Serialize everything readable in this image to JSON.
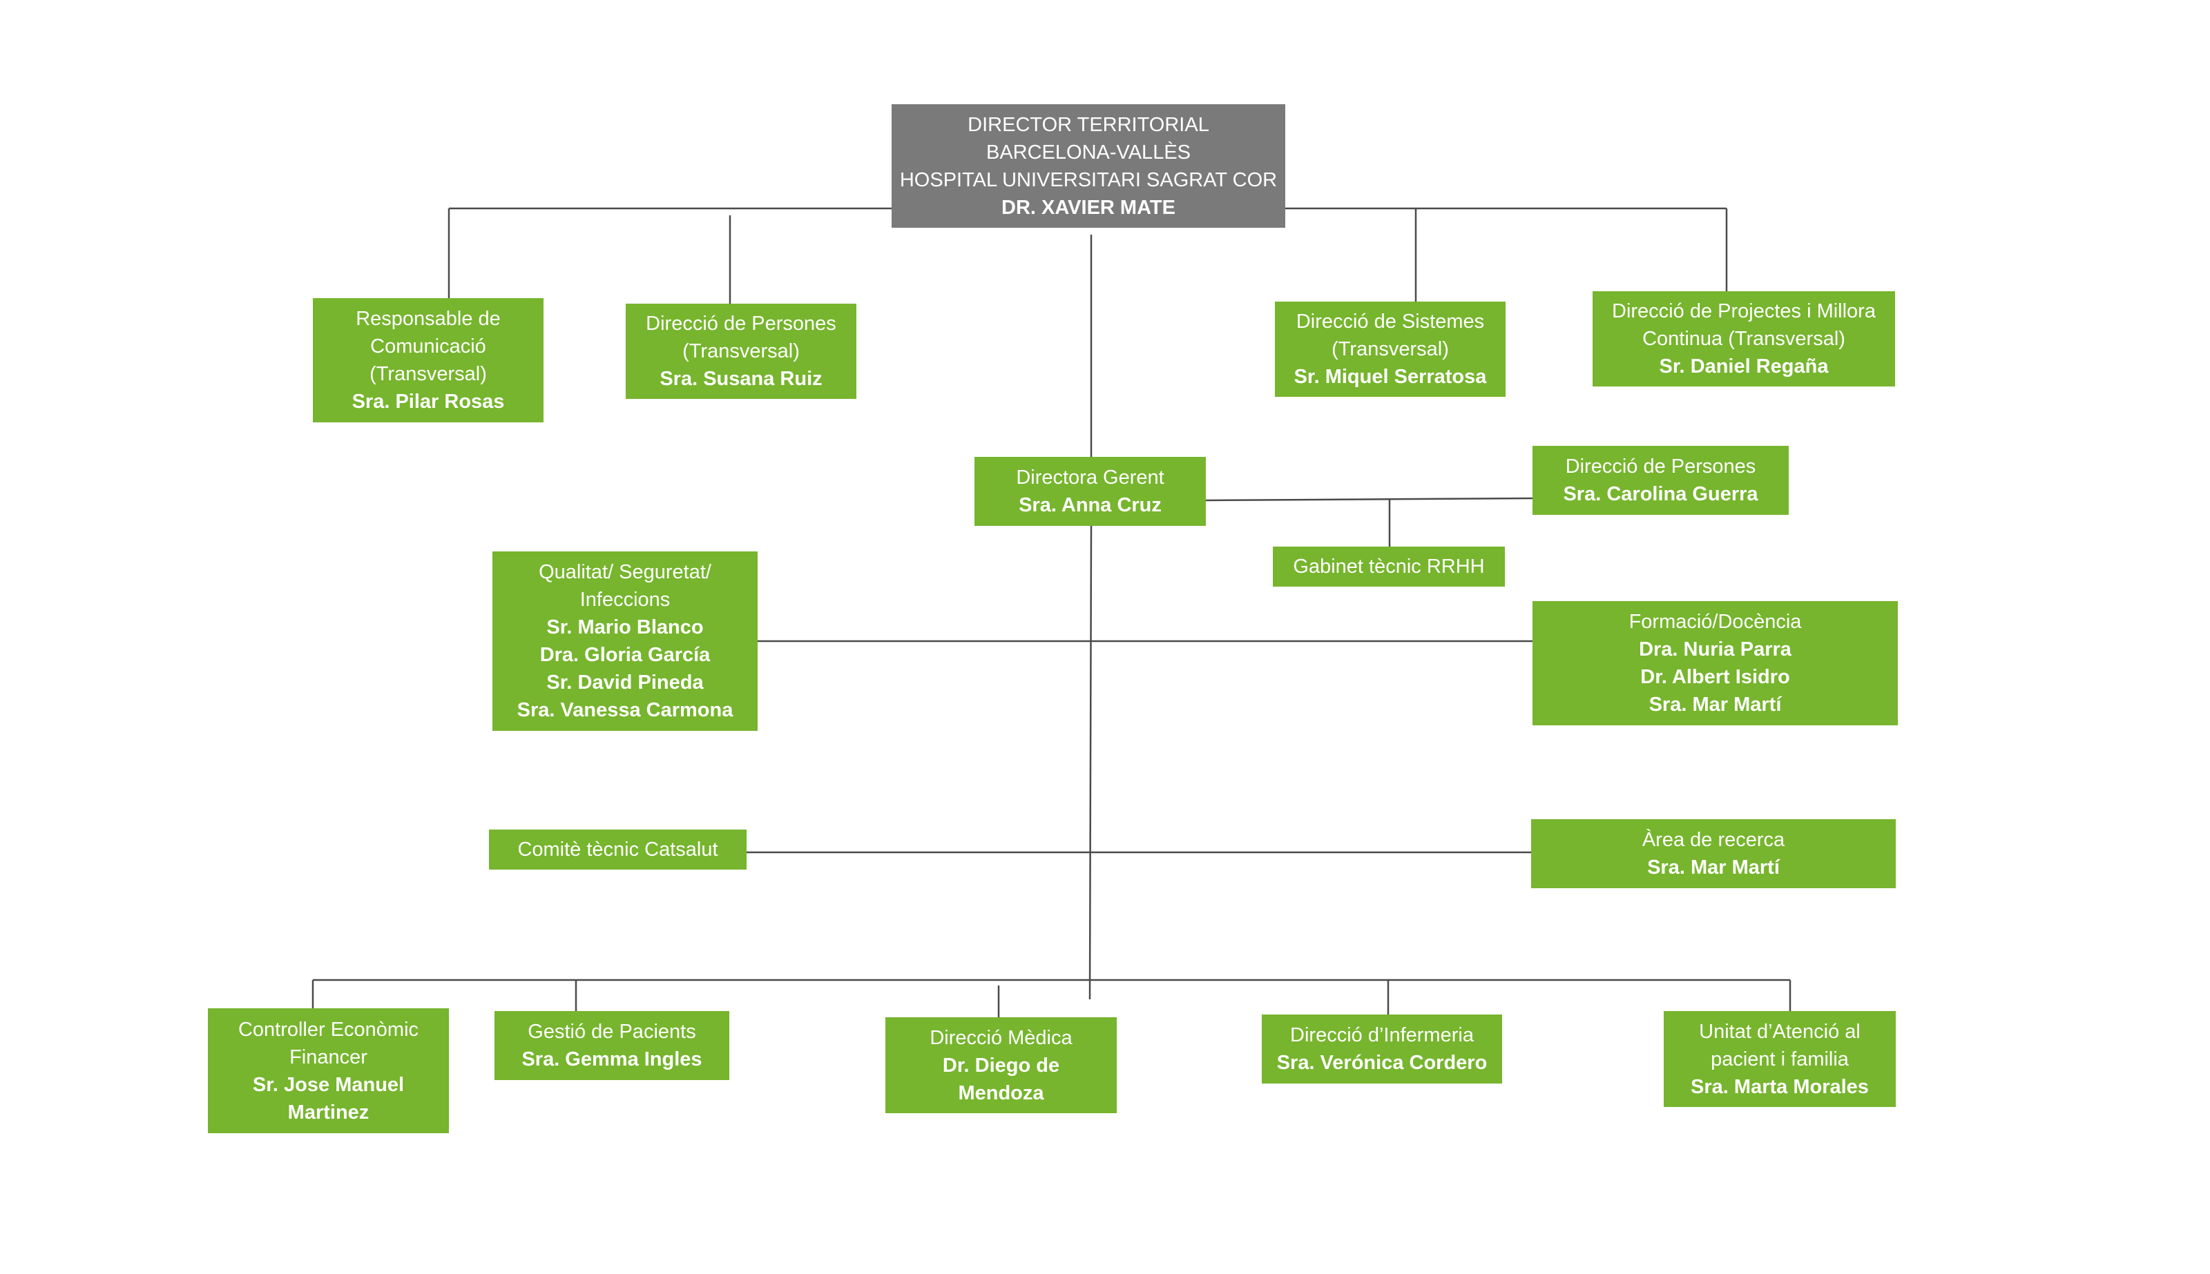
{
  "colors": {
    "director_fill": "#7a7a7a",
    "unit_fill": "#76b52d",
    "text": "#ffffff",
    "connector": "#4a4a4a"
  },
  "nodes": {
    "director": {
      "lines": [
        "DIRECTOR TERRITORIAL",
        "BARCELONA-VALLÈS",
        "HOSPITAL UNIVERSITARI SAGRAT COR"
      ],
      "name": "DR. XAVIER MATE"
    },
    "comunicacio": {
      "lines": [
        "Responsable de",
        "Comunicació",
        "(Transversal)"
      ],
      "name": "Sra. Pilar Rosas"
    },
    "persones_transversal": {
      "lines": [
        "Direcció de Persones",
        "(Transversal)"
      ],
      "name": "Sra. Susana Ruiz"
    },
    "sistemes": {
      "lines": [
        "Direcció de Sistemes",
        "(Transversal)"
      ],
      "name": "Sr. Miquel Serratosa"
    },
    "projectes": {
      "lines": [
        "Direcció de Projectes i Millora",
        "Continua (Transversal)"
      ],
      "name": "Sr. Daniel Regaña"
    },
    "gerent": {
      "lines": [
        "Directora Gerent"
      ],
      "name": "Sra. Anna Cruz"
    },
    "persones": {
      "lines": [
        "Direcció de Persones"
      ],
      "name": "Sra. Carolina Guerra"
    },
    "gabinet": {
      "lines": [
        "Gabinet tècnic RRHH"
      ]
    },
    "qualitat": {
      "lines": [
        "Qualitat/ Seguretat/",
        "Infeccions"
      ],
      "names": [
        "Sr. Mario Blanco",
        "Dra.  Gloria García",
        "Sr. David Pineda",
        "Sra. Vanessa Carmona"
      ]
    },
    "formacio": {
      "lines": [
        "Formació/Docència"
      ],
      "names": [
        "Dra. Nuria Parra",
        "Dr. Albert Isidro",
        "Sra. Mar Martí"
      ]
    },
    "comite": {
      "lines": [
        "Comitè tècnic Catsalut"
      ]
    },
    "recerca": {
      "lines": [
        "Àrea de recerca"
      ],
      "name": "Sra. Mar Martí"
    },
    "controller": {
      "lines": [
        "Controller Econòmic",
        "Financer"
      ],
      "names": [
        "Sr. Jose Manuel",
        "Martinez"
      ]
    },
    "pacients": {
      "lines": [
        "Gestió de Pacients"
      ],
      "name": "Sra. Gemma Ingles"
    },
    "medica": {
      "lines": [
        "Direcció Mèdica"
      ],
      "names": [
        "Dr. Diego de",
        "Mendoza"
      ]
    },
    "infermeria": {
      "lines": [
        "Direcció d’Infermeria"
      ],
      "name": "Sra. Verónica Cordero"
    },
    "atencio": {
      "lines": [
        "Unitat d’Atenció al",
        "pacient i familia"
      ],
      "name": "Sra. Marta Morales"
    }
  }
}
